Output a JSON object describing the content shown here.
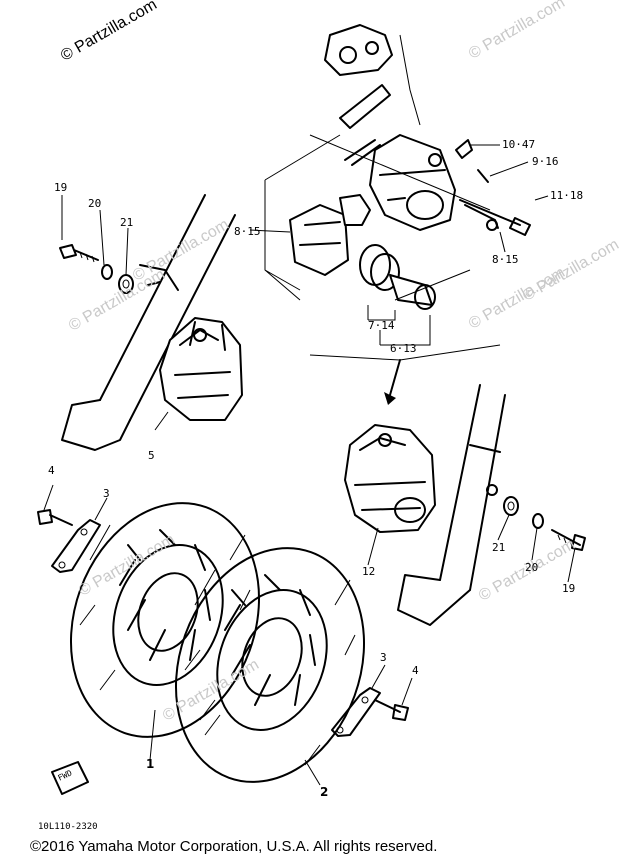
{
  "watermarks": [
    "© Partzilla.com",
    "© Partzilla.com",
    "© Partzilla.com",
    "© Partzilla.com",
    "© Partzilla.com",
    "© Partzilla.com",
    "© Partzilla.com",
    "© Partzilla.com",
    "© Partzilla.com"
  ],
  "callouts": {
    "l19a": "19",
    "l20a": "20",
    "l21a": "21",
    "l5": "5",
    "l4a": "4",
    "l3a": "3",
    "l1047": "10·47",
    "l916": "9·16",
    "l1118": "11·18",
    "l815a": "8·15",
    "l815b": "8·15",
    "l714": "7·14",
    "l613": "6·13",
    "l21b": "21",
    "l20b": "20",
    "l19b": "19",
    "l12": "12",
    "l3b": "3",
    "l4b": "4",
    "l1": "1",
    "l2": "2",
    "fwd": "FWD"
  },
  "drawing_code": "10L110-2320",
  "copyright": "©2016 Yamaha Motor Corporation, U.S.A. All rights reserved."
}
